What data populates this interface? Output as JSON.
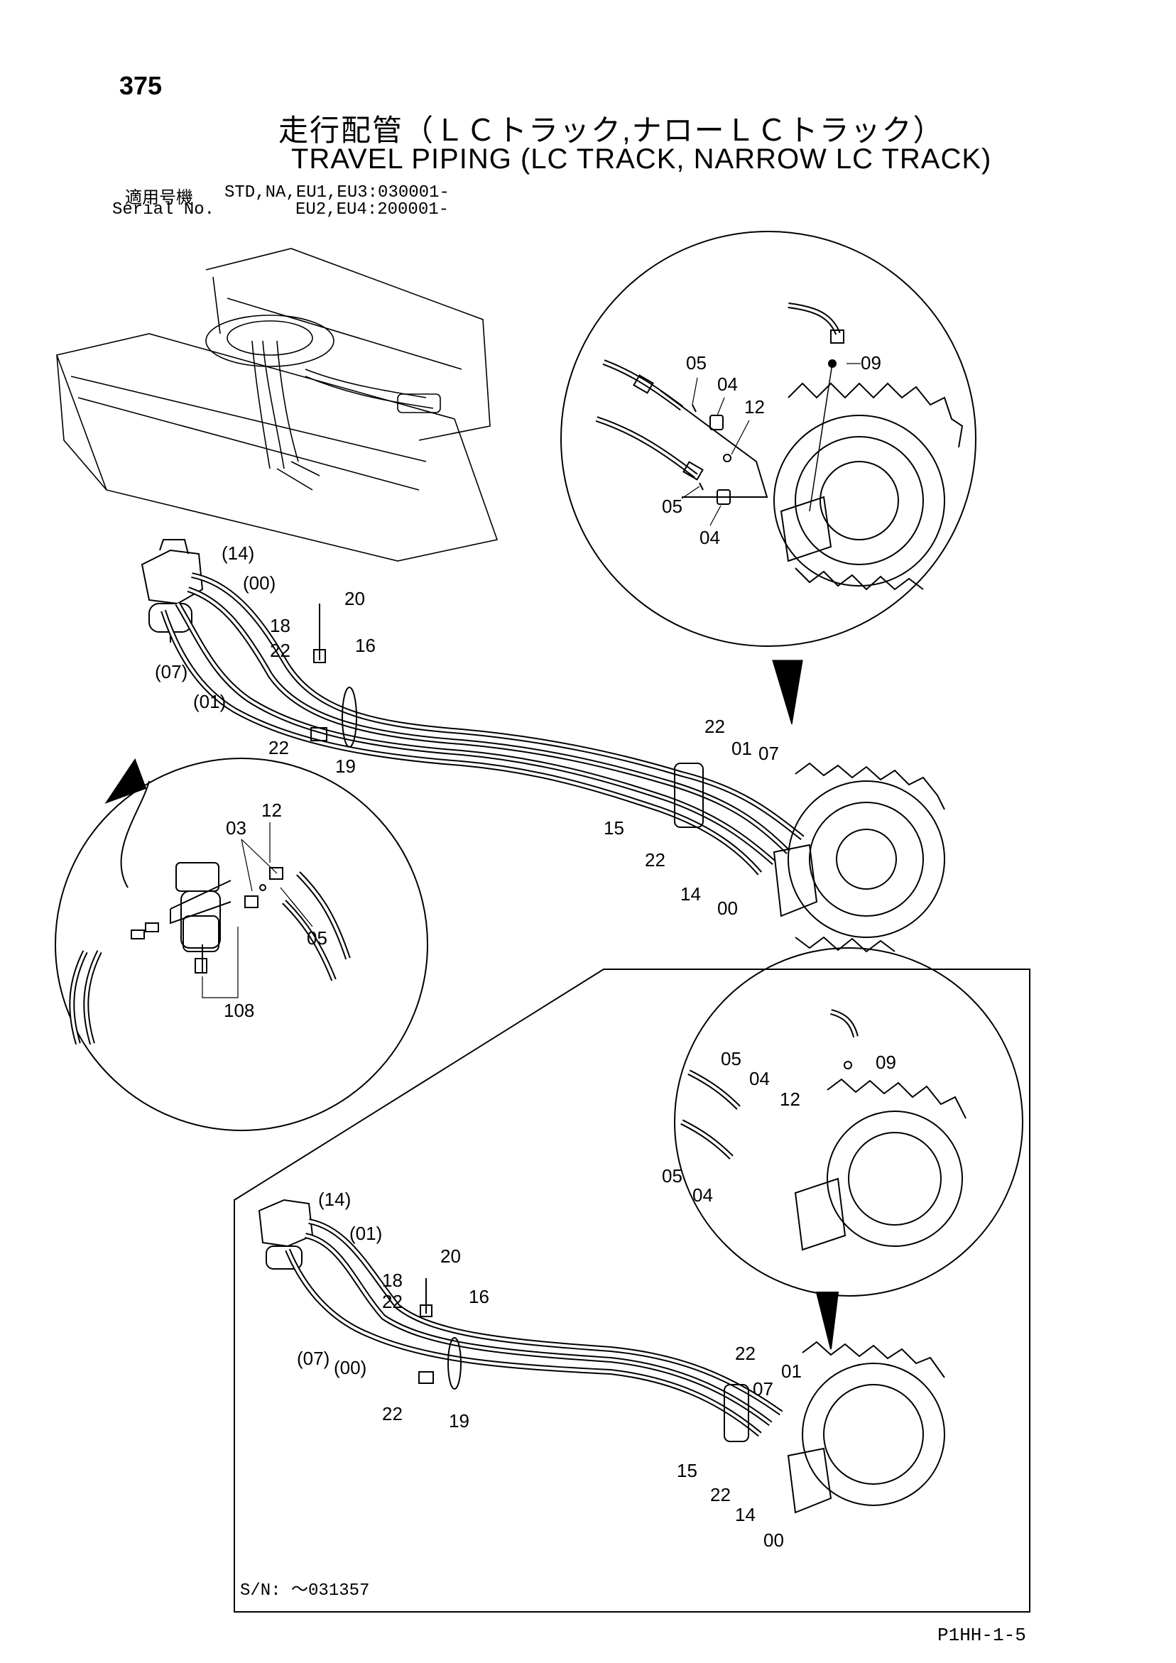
{
  "header": {
    "page_number": "375",
    "title_jp": "走行配管（ＬＣトラック,ナローＬＣトラック）",
    "title_en": "TRAVEL PIPING (LC TRACK, NARROW LC TRACK)",
    "serial_label_jp": "適用号機",
    "serial_label_en": "Serial No.",
    "serial_line_1": "STD,NA,EU1,EU3:030001-",
    "serial_line_2": "EU2,EU4:200001-"
  },
  "inset_top_right": {
    "labels": {
      "l05a": "05",
      "l04a": "04",
      "l12": "12",
      "l09": "09",
      "l05b": "05",
      "l04b": "04"
    }
  },
  "main_view": {
    "labels": {
      "l14p": "(14)",
      "l00p": "(00)",
      "l20": "20",
      "l18": "18",
      "l22a": "22",
      "l16": "16",
      "l07p": "(07)",
      "l01p": "(01)",
      "l22b": "22",
      "l19": "19",
      "l22c": "22",
      "l01": "01",
      "l07": "07",
      "l15": "15",
      "l22d": "22",
      "l14": "14",
      "l00": "00"
    }
  },
  "inset_left": {
    "labels": {
      "l03": "03",
      "l12": "12",
      "l05": "05",
      "l108": "108"
    }
  },
  "lower_frame": {
    "inset_labels": {
      "l05a": "05",
      "l04a": "04",
      "l12": "12",
      "l09": "09",
      "l05b": "05",
      "l04b": "04"
    },
    "labels": {
      "l14p": "(14)",
      "l01p": "(01)",
      "l20": "20",
      "l18": "18",
      "l22a": "22",
      "l16": "16",
      "l07p": "(07)",
      "l00p": "(00)",
      "l22b": "22",
      "l19": "19",
      "l22c": "22",
      "l07": "07",
      "l01": "01",
      "l15": "15",
      "l22d": "22",
      "l14": "14",
      "l00": "00"
    },
    "sn_range": "S/N: ～031357"
  },
  "footer": {
    "page_code": "P1HH-1-5"
  }
}
